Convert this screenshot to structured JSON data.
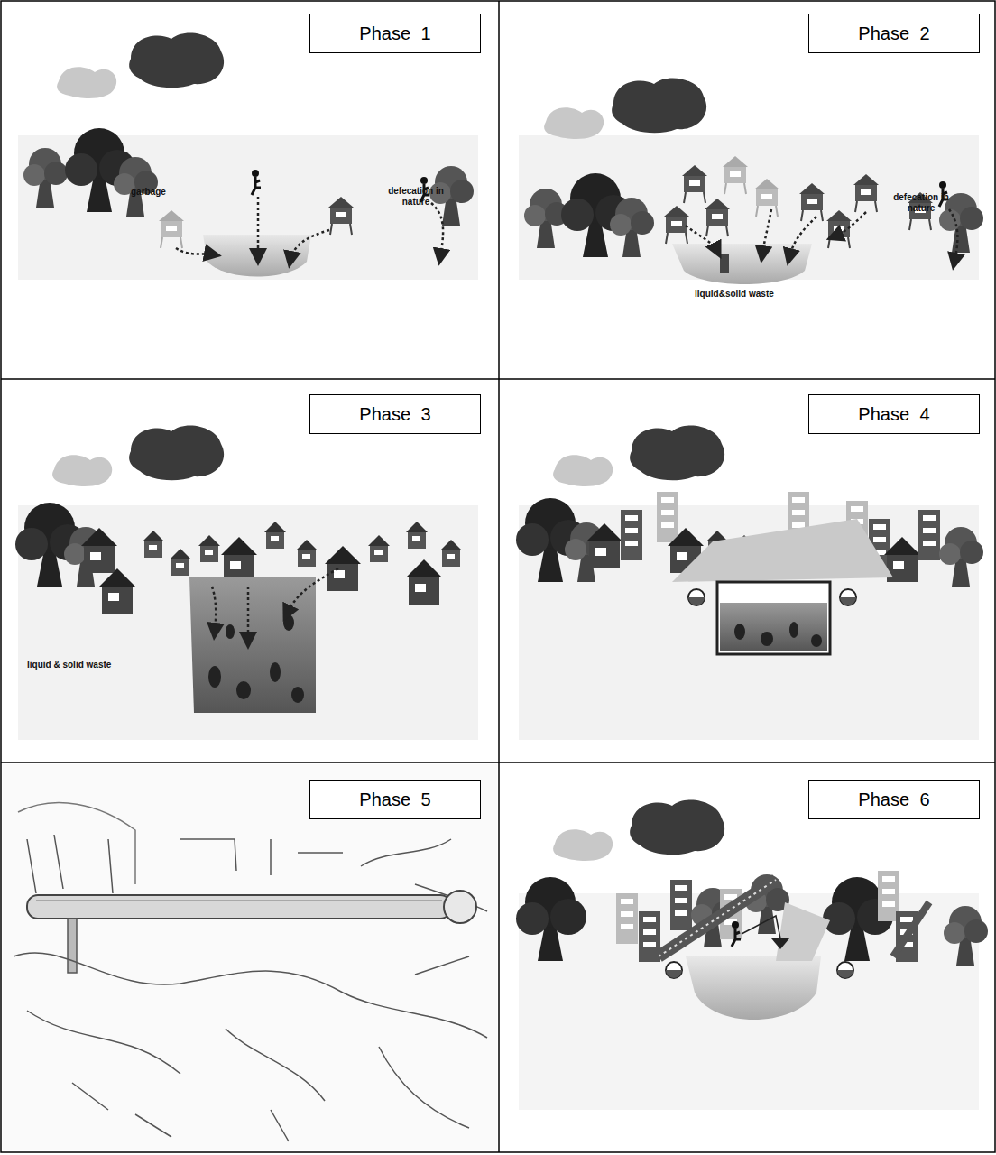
{
  "diagram": {
    "nodes": [
      {
        "text": [
          "Phase 1"
        ]
      },
      {
        "text": [
          "Phase 2"
        ]
      },
      {
        "text": [
          "Phase 3"
        ]
      },
      {
        "text": [
          "Phase 4"
        ]
      },
      {
        "text": [
          "Phase 5"
        ]
      },
      {
        "text": [
          "Phase 6"
        ]
      }
    ],
    "labels": [
      "garbage",
      "defecation in nature",
      "liquid&solid waste",
      "defecation in nature",
      "liquid & solid waste"
    ]
  }
}
